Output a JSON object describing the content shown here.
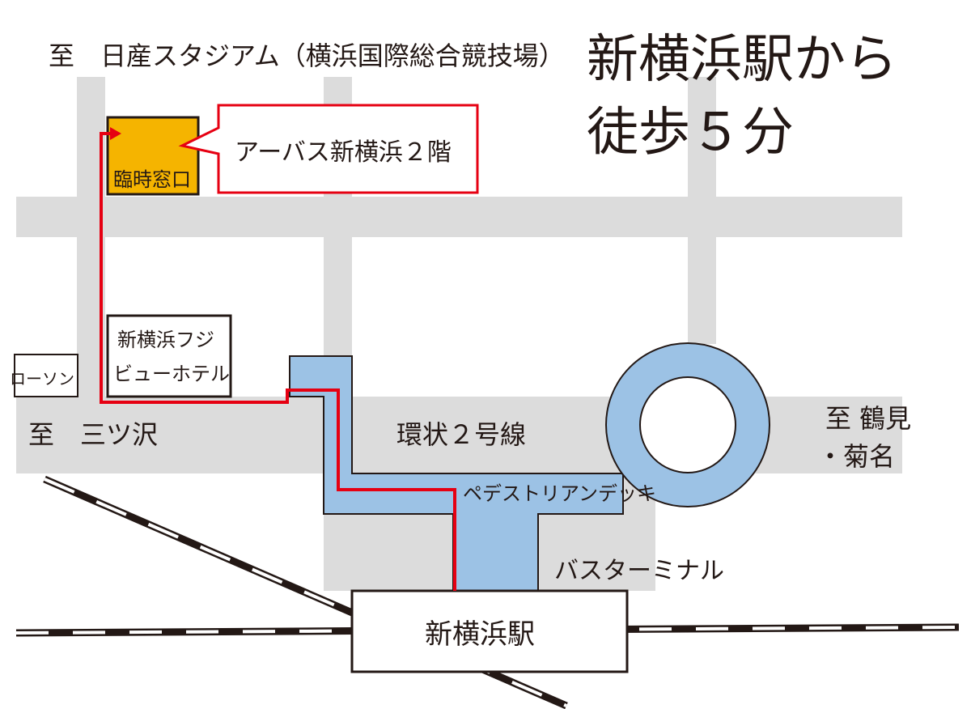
{
  "headline": {
    "line1": "新横浜駅から",
    "line2": "徒歩５分"
  },
  "labels": {
    "to_stadium": "至　日産スタジアム（横浜国際総合競技場）",
    "temp_counter": "臨時窓口",
    "callout": "アーバス新横浜２階",
    "hotel_line1": "新横浜フジ",
    "hotel_line2": "ビューホテル",
    "lawson": "ローソン",
    "to_mitsuzawa": "至　三ツ沢",
    "ring_road": "環状２号線",
    "to_tsurumi_1": "至 鶴見",
    "to_tsurumi_2": "・菊名",
    "pedestrian_deck": "ペデストリアンデッキ",
    "bus_terminal": "バスターミナル",
    "station": "新横浜駅"
  },
  "colors": {
    "road": "#dcdcdc",
    "deck": "#9cc2e5",
    "route": "#e60012",
    "counter": "#f5b400"
  }
}
